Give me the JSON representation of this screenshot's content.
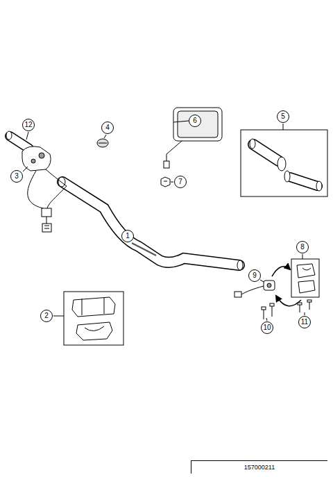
{
  "diagram": {
    "nodes": [
      {
        "text": [
          "12"
        ]
      },
      {
        "text": [
          "4"
        ]
      },
      {
        "text": [
          "6"
        ]
      },
      {
        "text": [
          "5"
        ]
      },
      {
        "text": [
          "3"
        ]
      },
      {
        "text": [
          "7"
        ]
      },
      {
        "text": [
          "1"
        ]
      },
      {
        "text": [
          "8"
        ]
      },
      {
        "text": [
          "9"
        ]
      },
      {
        "text": [
          "2"
        ]
      },
      {
        "text": [
          "11"
        ]
      },
      {
        "text": [
          "10"
        ]
      },
      {
        "text": [
          "157000211"
        ]
      }
    ]
  }
}
